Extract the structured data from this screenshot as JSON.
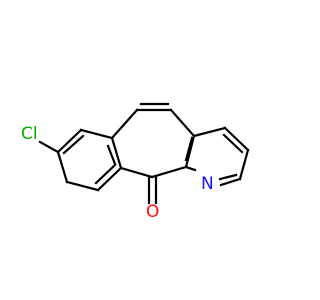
{
  "molecule": {
    "atoms": {
      "chlorine": "Cl",
      "nitrogen": "N",
      "oxygen": "O"
    },
    "colors": {
      "chlorine": "#00b000",
      "nitrogen": "#1414ff",
      "oxygen": "#ff0d0d",
      "bond": "#000000"
    }
  }
}
